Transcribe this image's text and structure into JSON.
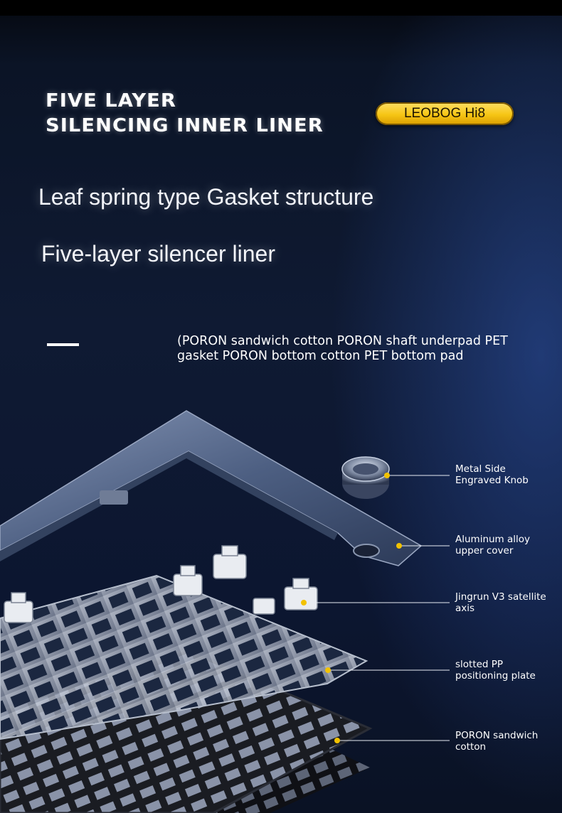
{
  "title": {
    "line1": "FIVE LAYER",
    "line2": "SILENCING INNER LINER"
  },
  "badge": {
    "label": "LEOBOG Hi8"
  },
  "headlines": {
    "first": "Leaf spring type Gasket structure",
    "second": "Five-layer silencer liner"
  },
  "layers_note": "(PORON sandwich cotton PORON shaft underpad PET gasket PORON bottom cotton PET bottom pad",
  "callouts": [
    {
      "label": "Metal Side\nEngraved Knob"
    },
    {
      "label": "Aluminum alloy\nupper cover"
    },
    {
      "label": "Jingrun V3 satellite\naxis"
    },
    {
      "label": "slotted PP\npositioning plate"
    },
    {
      "label": "PORON sandwich\ncotton"
    }
  ],
  "colors": {
    "badge_fill": "#f6c514",
    "callout_dot": "#f2c200",
    "frame": "#5a6c8e"
  }
}
